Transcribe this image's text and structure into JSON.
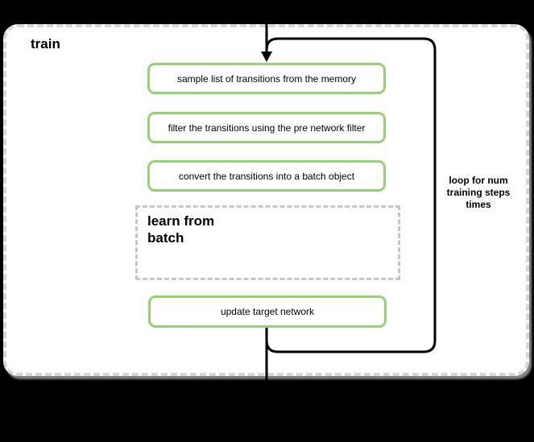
{
  "diagram": {
    "title": "train",
    "steps": [
      {
        "label": "sample list of transitions from the memory"
      },
      {
        "label": "filter the transitions using the pre network filter"
      },
      {
        "label": "convert the transitions into a batch object"
      },
      {
        "label": "update target network"
      }
    ],
    "group": {
      "label": "learn from\nbatch"
    },
    "loop": {
      "label": "loop for num\ntraining steps\ntimes"
    },
    "icons": {
      "flow_arrowhead": "arrow-down"
    },
    "colors": {
      "background": "#000000",
      "container_fill": "#ffffff",
      "container_dash": "#d6d6d6",
      "step_border": "#97d077",
      "step_fill": "#ffffff",
      "group_dash": "#c6c6c6",
      "loop_stroke": "#000000",
      "text": "#000000"
    }
  }
}
